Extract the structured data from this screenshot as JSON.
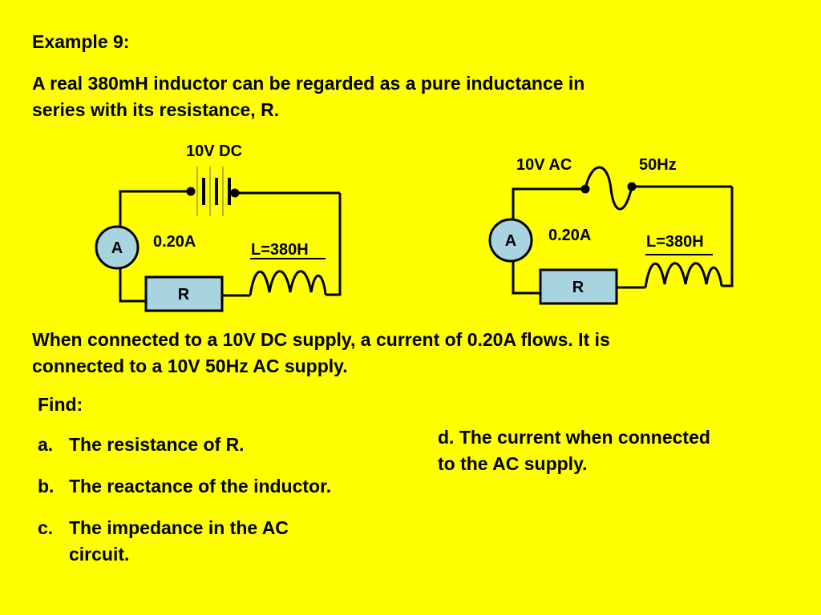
{
  "title": "Example 9:",
  "intro_line1": "A real 380mH inductor can be regarded as a pure inductance in",
  "intro_line2": "series with its resistance, R.",
  "dc_circuit": {
    "supply_label": "10V DC",
    "ammeter": "A",
    "current": "0.20A",
    "inductor_label": "L=380H",
    "resistor": "R"
  },
  "ac_circuit": {
    "voltage_label": "10V AC",
    "frequency_label": "50Hz",
    "ammeter": "A",
    "current": "0.20A",
    "inductor_label": "L=380H",
    "resistor": "R"
  },
  "description_line1": "When connected to a 10V DC supply, a current of 0.20A flows. It is",
  "description_line2": "connected to a 10V 50Hz AC supply.",
  "find": {
    "heading": "Find:",
    "items": [
      {
        "letter": "a.",
        "text": "The resistance of R."
      },
      {
        "letter": "b.",
        "text": "The reactance of the inductor."
      },
      {
        "letter": "c.",
        "text": "The impedance in the AC",
        "text2": "circuit."
      }
    ],
    "item_d_line1": "d. The current when connected",
    "item_d_line2": "to the AC supply."
  }
}
